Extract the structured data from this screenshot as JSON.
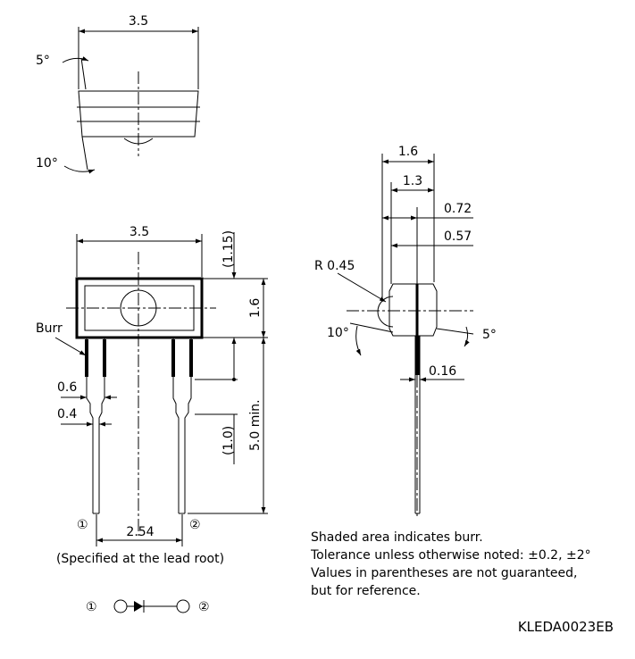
{
  "top_view": {
    "width": "3.5",
    "angle_top": "5°",
    "angle_bottom": "10°"
  },
  "front_view": {
    "width": "3.5",
    "body_h_ref": "(1.15)",
    "body_h": "1.6",
    "burr_label": "Burr",
    "lead_w1": "0.6",
    "lead_w2": "0.4",
    "lead_len_ref": "(1.0)",
    "lead_len": "5.0 min.",
    "pin1": "①",
    "pin2": "②",
    "pitch": "2.54",
    "pitch_note": "(Specified at the lead root)"
  },
  "side_view": {
    "dim_16": "1.6",
    "dim_13": "1.3",
    "dim_072": "0.72",
    "dim_057": "0.57",
    "radius": "R 0.45",
    "angle_left": "10°",
    "angle_right": "5°",
    "lead_th": "0.16"
  },
  "schematic": {
    "pin1": "①",
    "pin2": "②"
  },
  "notes": [
    "Shaded area indicates burr.",
    "Tolerance unless otherwise noted: ±0.2, ±2°",
    "Values in parentheses are not guaranteed,",
    "but for reference."
  ],
  "drawing_code": "KLEDA0023EB"
}
